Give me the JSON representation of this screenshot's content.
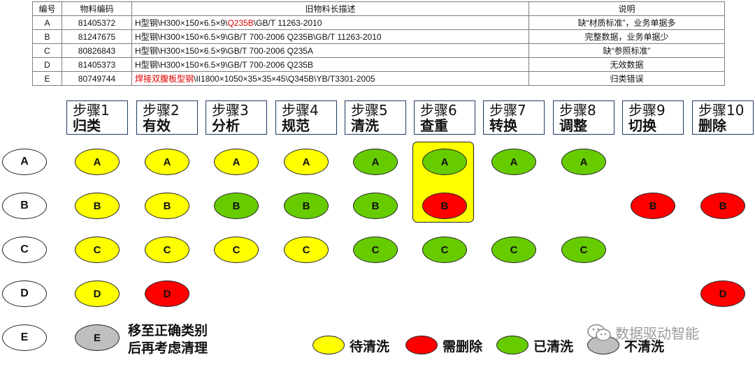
{
  "table": {
    "headers": [
      "编号",
      "物料编码",
      "旧物料长描述",
      "说明"
    ],
    "rows": [
      {
        "id": "A",
        "code": "81405372",
        "desc_parts": [
          {
            "text": "H型钢\\H300×150×6.5×9\\",
            "red": false
          },
          {
            "text": "Q235B",
            "red": true
          },
          {
            "text": "\\GB/T  11263-2010",
            "red": false
          }
        ],
        "note": "缺“材质标准”，业务单据多"
      },
      {
        "id": "B",
        "code": "81247675",
        "desc_parts": [
          {
            "text": "H型钢\\H300×150×6.5×9\\GB/T  700-2006  Q235B\\GB/T 11263-2010",
            "red": false
          }
        ],
        "note": "完整数据，业务单据少"
      },
      {
        "id": "C",
        "code": "80826843",
        "desc_parts": [
          {
            "text": "H型钢\\H300×150×6.5×9\\GB/T  700-2006  Q235A",
            "red": false
          }
        ],
        "note": "缺“参照标准”"
      },
      {
        "id": "D",
        "code": "81405373",
        "desc_parts": [
          {
            "text": "H型钢\\H300×150×6.5×9\\GB/T  700-2006  Q235B",
            "red": false
          }
        ],
        "note": "无效数据"
      },
      {
        "id": "E",
        "code": "80749744",
        "desc_parts": [
          {
            "text": "焊接双腹板型钢",
            "red": true
          },
          {
            "text": "\\II1800×1050×35×35×45\\Q345B\\YB/T3301-2005",
            "red": false
          }
        ],
        "note": "归类错误"
      }
    ]
  },
  "steps": [
    {
      "line1": "步骤1",
      "line2": "归类"
    },
    {
      "line1": "步骤2",
      "line2": "有效"
    },
    {
      "line1": "步骤3",
      "line2": "分析"
    },
    {
      "line1": "步骤4",
      "line2": "规范"
    },
    {
      "line1": "步骤5",
      "line2": "清洗"
    },
    {
      "line1": "步骤6",
      "line2": "查重"
    },
    {
      "line1": "步骤7",
      "line2": "转换"
    },
    {
      "line1": "步骤8",
      "line2": "调整"
    },
    {
      "line1": "步骤9",
      "line2": "切换"
    },
    {
      "line1": "步骤10",
      "line2": "删除"
    }
  ],
  "rows": [
    {
      "label": "A",
      "cells": [
        "yellow",
        "yellow",
        "yellow",
        "yellow",
        "green",
        "green",
        "green",
        "green",
        null,
        null
      ]
    },
    {
      "label": "B",
      "cells": [
        "yellow",
        "yellow",
        "green",
        "green",
        "green",
        "red",
        null,
        null,
        "red",
        "red"
      ]
    },
    {
      "label": "C",
      "cells": [
        "yellow",
        "yellow",
        "yellow",
        "yellow",
        "green",
        "green",
        "green",
        "green",
        null,
        null
      ]
    },
    {
      "label": "D",
      "cells": [
        "yellow",
        "red",
        null,
        null,
        null,
        null,
        null,
        null,
        null,
        "red"
      ]
    },
    {
      "label": "E",
      "cells": [
        "gray",
        null,
        null,
        null,
        null,
        null,
        null,
        null,
        null,
        null
      ]
    }
  ],
  "highlight_step": 6,
  "note": {
    "line1": "移至正确类别",
    "line2": "后再考虑清理"
  },
  "legend": [
    {
      "color": "yellow",
      "label": "待清洗"
    },
    {
      "color": "red",
      "label": "需删除"
    },
    {
      "color": "green",
      "label": "已清洗"
    },
    {
      "color": "gray",
      "label": "不清洗"
    }
  ],
  "colors": {
    "yellow": "#ffff00",
    "green": "#66cc00",
    "red": "#ff0000",
    "gray": "#bfbfbf"
  },
  "watermark": {
    "icon": "wechat-icon",
    "text": "数据驱动智能"
  }
}
